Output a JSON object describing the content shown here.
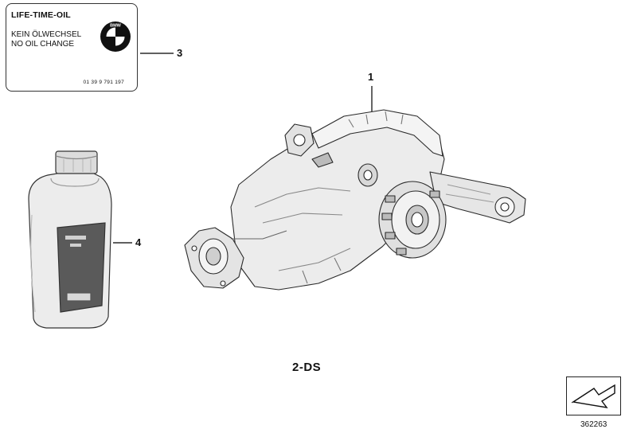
{
  "oil_label": {
    "title": "LIFE-TIME-OIL",
    "line1": "KEIN ÖLWECHSEL",
    "line2": "NO OIL CHANGE",
    "part_number": "01 39 9 791 197",
    "logo_text": "BMW"
  },
  "callouts": {
    "differential": "1",
    "label_sticker": "3",
    "oil_bottle": "4"
  },
  "caption": "2-DS",
  "diagram_id": "362263"
}
